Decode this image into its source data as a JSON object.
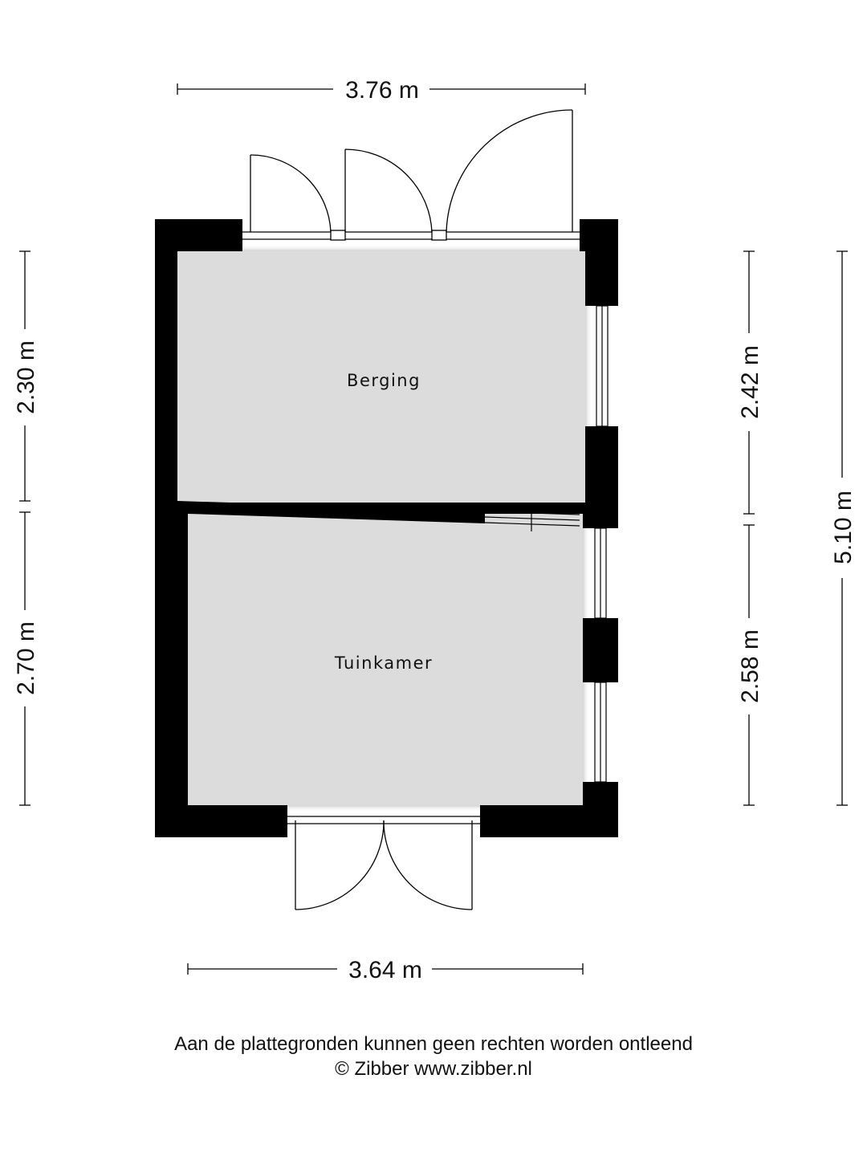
{
  "colors": {
    "wall": "#000000",
    "floor": "#dcdcdc",
    "line": "#000000",
    "text": "#111111"
  },
  "rooms": {
    "berging": "Berging",
    "tuinkamer": "Tuinkamer"
  },
  "dimensions": {
    "top_width": "3.76 m",
    "bottom_width": "3.64 m",
    "left_upper": "2.30 m",
    "left_lower": "2.70 m",
    "right_upper": "2.42 m",
    "right_lower": "2.58 m",
    "total_height": "5.10 m"
  },
  "footer": {
    "disclaimer": "Aan de plattegronden kunnen geen rechten worden ontleend",
    "copyright": "© Zibber www.zibber.nl"
  }
}
